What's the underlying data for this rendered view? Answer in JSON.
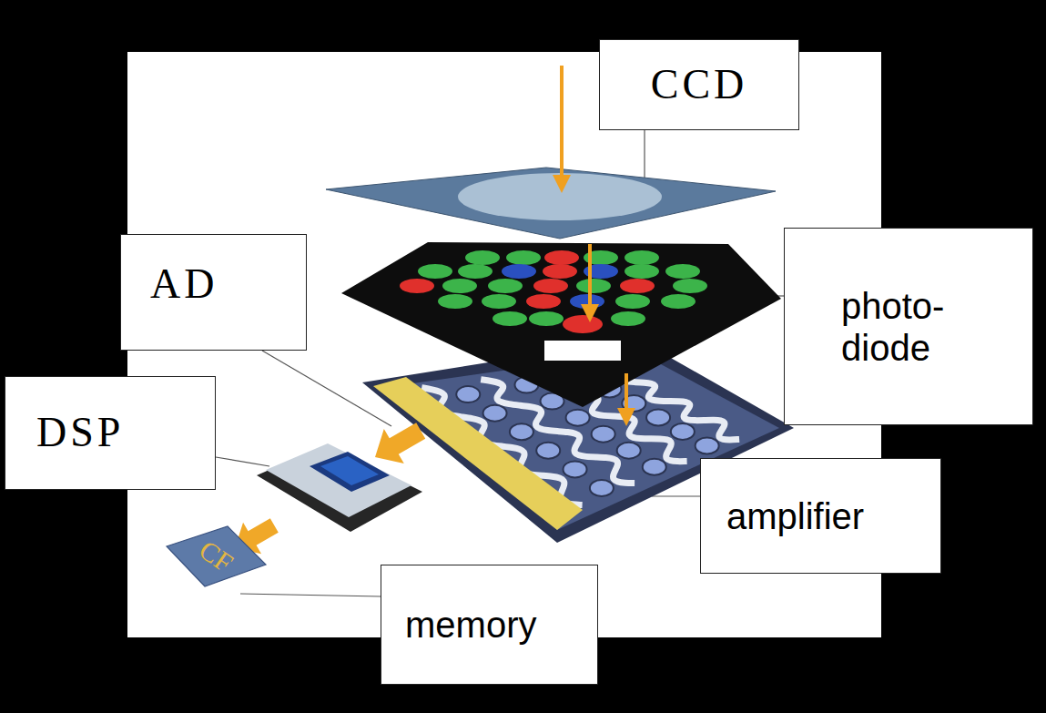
{
  "diagram": {
    "nodes": [
      {
        "text": [
          "CCD"
        ]
      },
      {
        "text": [
          "AD"
        ]
      },
      {
        "text": [
          "photo- diode"
        ]
      },
      {
        "text": [
          "DSP"
        ]
      },
      {
        "text": [
          "amplifier"
        ]
      },
      {
        "text": [
          "memory"
        ]
      }
    ],
    "labels": [
      "CF"
    ]
  }
}
